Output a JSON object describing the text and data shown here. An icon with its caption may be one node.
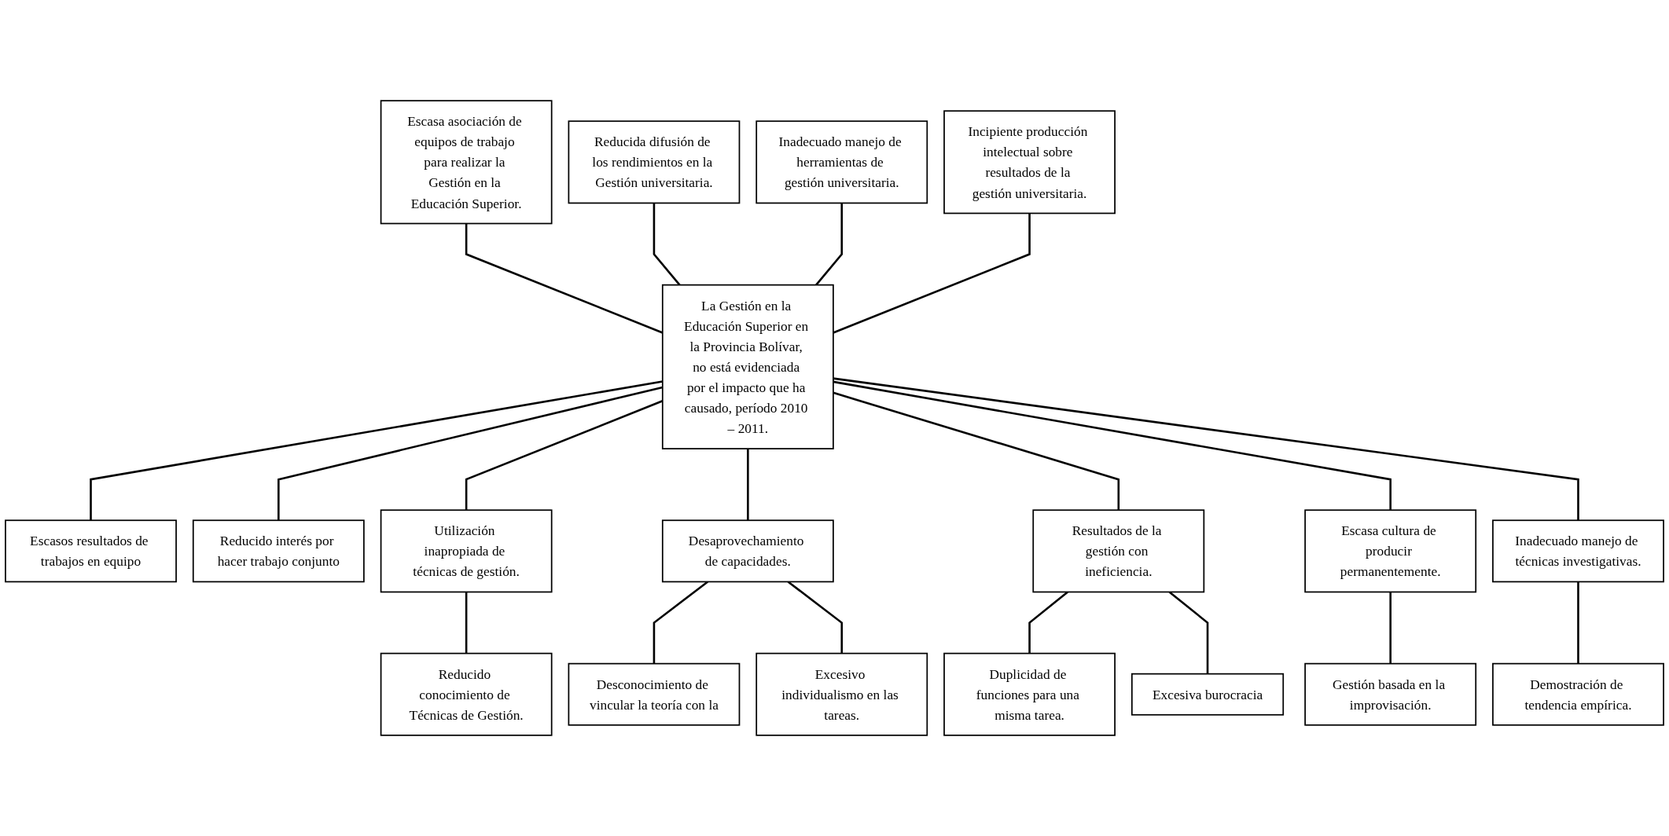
{
  "diagram": {
    "nodes": [
      {
        "text": [
          "Escasa asociación de equipos de trabajo para realizar la Gestión en la Educación Superior."
        ]
      },
      {
        "text": [
          "Reducida difusión de los rendimientos en la Gestión universitaria."
        ]
      },
      {
        "text": [
          "Inadecuado manejo de herramientas de gestión universitaria."
        ]
      },
      {
        "text": [
          "Incipiente producción intelectual sobre resultados de la gestión universitaria."
        ]
      },
      {
        "text": [
          "La Gestión en la Educación Superior en la Provincia Bolívar, no está evidenciada por el impacto que ha causado, período 2010 – 2011."
        ]
      },
      {
        "text": [
          "Escasos resultados de trabajos en equipo"
        ]
      },
      {
        "text": [
          "Reducido interés por hacer trabajo conjunto"
        ]
      },
      {
        "text": [
          "Utilización inapropiada de técnicas de gestión."
        ]
      },
      {
        "text": [
          "Desaprovechamiento de capacidades."
        ]
      },
      {
        "text": [
          "Resultados de la gestión con ineficiencia."
        ]
      },
      {
        "text": [
          "Escasa cultura de producir permanentemente."
        ]
      },
      {
        "text": [
          "Inadecuado manejo de técnicas investigativas."
        ]
      },
      {
        "text": [
          "Reducido conocimiento de Técnicas de Gestión."
        ]
      },
      {
        "text": [
          "Desconocimiento de vincular la teoría con la"
        ]
      },
      {
        "text": [
          "Excesivo individualismo en las tareas."
        ]
      },
      {
        "text": [
          "Duplicidad de funciones para una misma tarea."
        ]
      },
      {
        "text": [
          "Excesiva burocracia"
        ]
      },
      {
        "text": [
          "Gestión basada en la improvisación."
        ]
      },
      {
        "text": [
          "Demostración de tendencia empírica."
        ]
      }
    ],
    "edges": [
      {
        "from": 0,
        "to": 4,
        "arrow": "none"
      },
      {
        "from": 1,
        "to": 4,
        "arrow": "none"
      },
      {
        "from": 2,
        "to": 4,
        "arrow": "none"
      },
      {
        "from": 3,
        "to": 4,
        "arrow": "none"
      },
      {
        "from": 4,
        "to": 5,
        "arrow": "none"
      },
      {
        "from": 4,
        "to": 6,
        "arrow": "none"
      },
      {
        "from": 4,
        "to": 7,
        "arrow": "none"
      },
      {
        "from": 4,
        "to": 8,
        "arrow": "none"
      },
      {
        "from": 4,
        "to": 9,
        "arrow": "none"
      },
      {
        "from": 4,
        "to": 10,
        "arrow": "none"
      },
      {
        "from": 4,
        "to": 11,
        "arrow": "none"
      },
      {
        "from": 7,
        "to": 12,
        "arrow": "none"
      },
      {
        "from": 8,
        "to": 13,
        "arrow": "none"
      },
      {
        "from": 8,
        "to": 14,
        "arrow": "none"
      },
      {
        "from": 9,
        "to": 15,
        "arrow": "none"
      },
      {
        "from": 9,
        "to": 16,
        "arrow": "none"
      },
      {
        "from": 10,
        "to": 17,
        "arrow": "none"
      },
      {
        "from": 11,
        "to": 18,
        "arrow": "none"
      }
    ]
  }
}
